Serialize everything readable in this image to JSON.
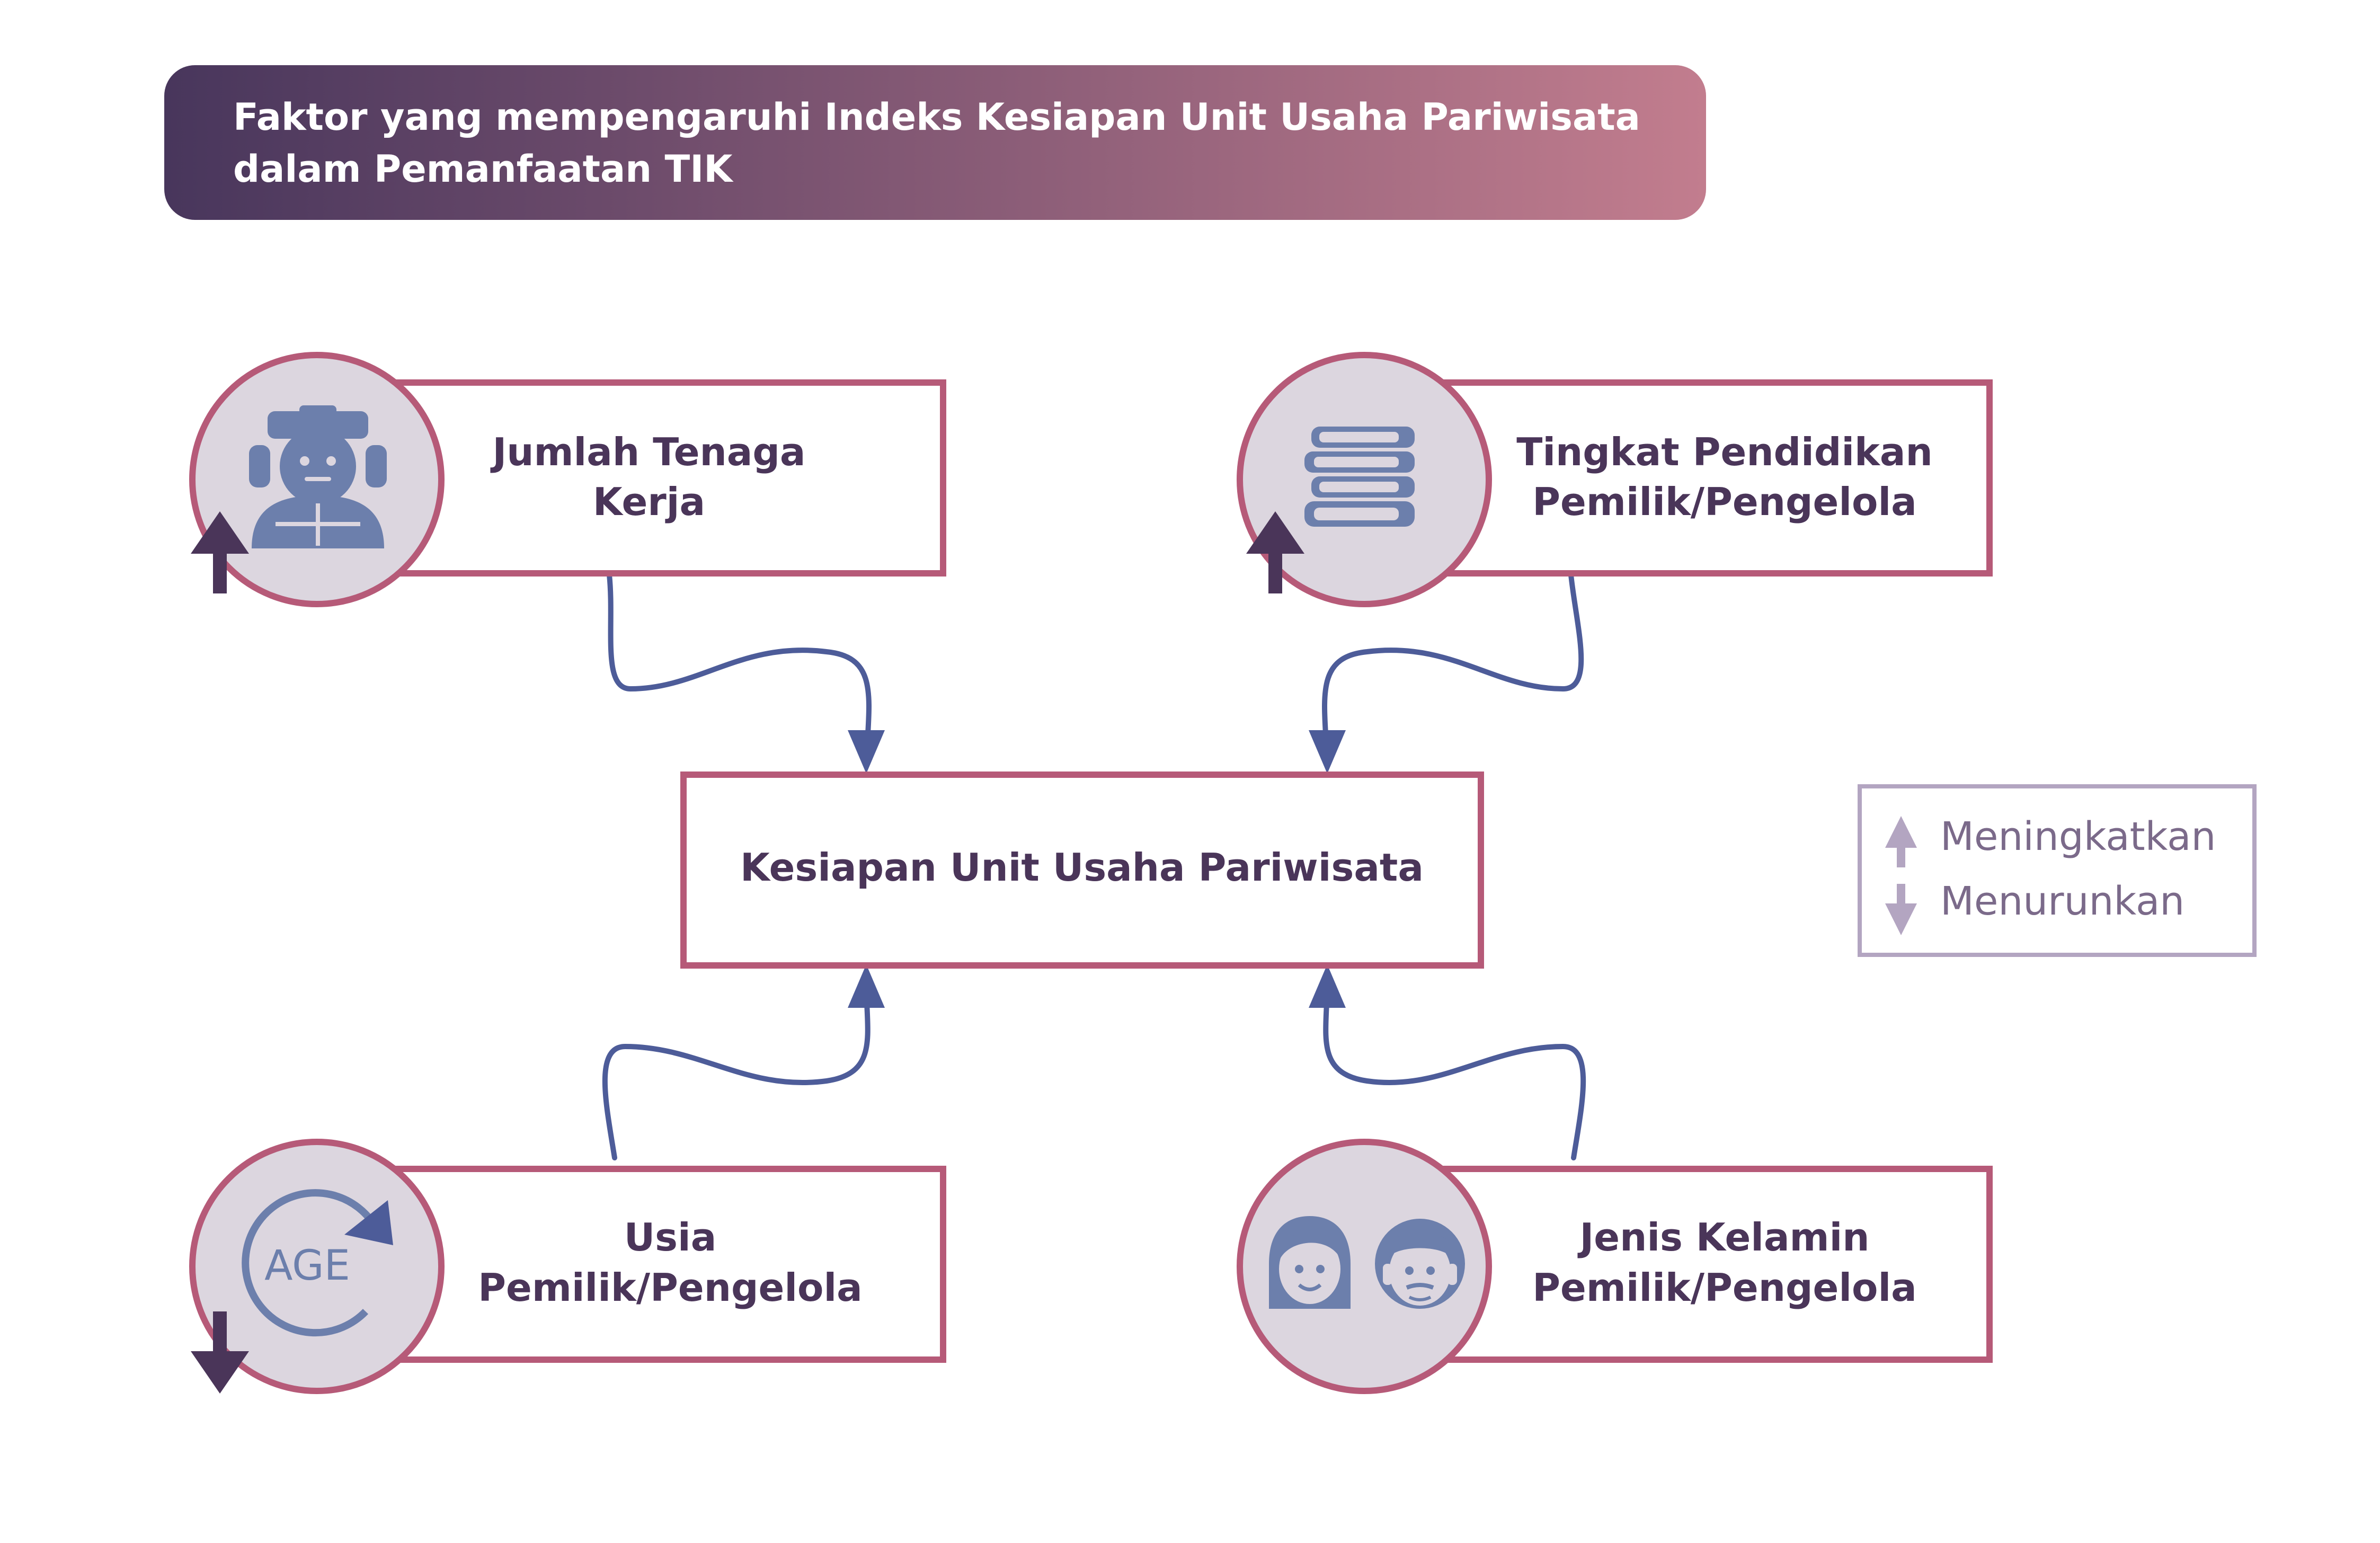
{
  "header": {
    "title_line1": "Faktor yang mempengaruhi Indeks Kesiapan Unit Usaha Pariwisata",
    "title_line2": "dalam Pemanfaatan TIK"
  },
  "center": {
    "label": "Kesiapan Unit Usaha Pariwisata"
  },
  "factors": [
    {
      "line1": "Jumlah Tenaga",
      "line2": "Kerja",
      "icon": "worker-icon",
      "effect": "up"
    },
    {
      "line1": "Tingkat Pendidikan",
      "line2": "Pemilik/Pengelola",
      "icon": "books-icon",
      "effect": "up"
    },
    {
      "line1": "Usia",
      "line2": "Pemilik/Pengelola",
      "icon": "age-icon",
      "effect": "down",
      "icon_text": "AGE"
    },
    {
      "line1": "Jenis Kelamin",
      "line2": "Pemilik/Pengelola",
      "icon": "man-woman-icon",
      "effect": "none"
    }
  ],
  "legend": {
    "up_label": "Meningkatkan",
    "down_label": "Menurunkan"
  },
  "colors": {
    "header_gradient_start": "#48365c",
    "header_gradient_end": "#c27d8e",
    "box_border": "#b65a78",
    "circle_fill": "#dcd6df",
    "icon": "#6c7fac",
    "arrow_line": "#4d5c99",
    "dark_text": "#4a3559",
    "legend_border": "#b3a5c1",
    "legend_text": "#7b6a8a"
  }
}
